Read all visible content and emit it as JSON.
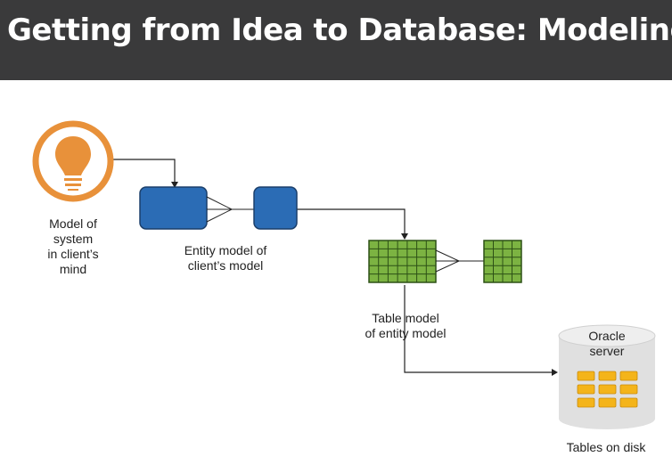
{
  "title": "Getting from Idea to Database: Modeling",
  "labels": {
    "mind": [
      "Model of",
      "system",
      "in client’s",
      "mind"
    ],
    "entity": [
      "Entity model of",
      "client’s model"
    ],
    "table": [
      "Table model",
      "of entity model"
    ],
    "oracle": [
      "Oracle",
      "server"
    ],
    "disk": "Tables on disk"
  },
  "icons": {
    "bulb": "lightbulb-icon",
    "database": "database-cylinder-icon"
  },
  "colors": {
    "header_bg": "#3a3a3b",
    "bulb_orange": "#e8913a",
    "entity_blue": "#2b6cb5",
    "table_green": "#7cb342",
    "db_yellow": "#f4b41a",
    "db_gray": "#e0e0e0"
  }
}
